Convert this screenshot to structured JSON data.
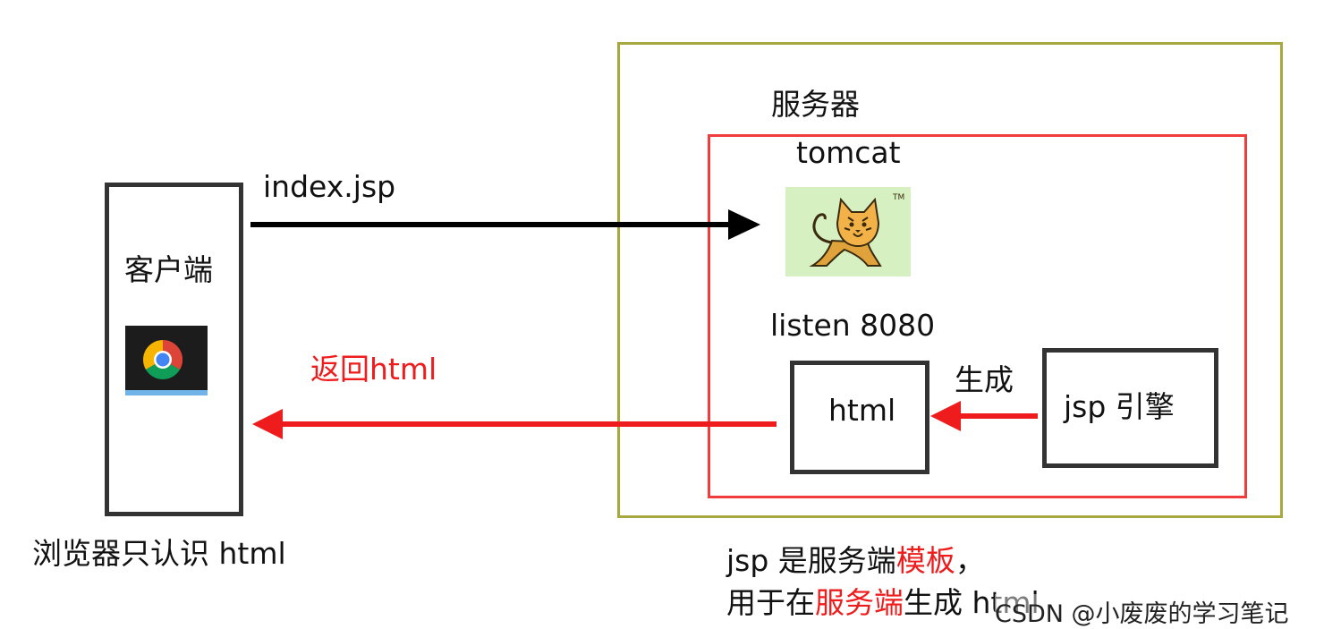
{
  "server": {
    "label": "服务器"
  },
  "tomcat": {
    "label": "tomcat",
    "listen": "listen 8080"
  },
  "client": {
    "label": "客户端",
    "caption": "浏览器只认识 html"
  },
  "request": {
    "label": "index.jsp"
  },
  "response": {
    "label": "返回html"
  },
  "html_box": {
    "label": "html"
  },
  "jsp_box": {
    "label": "jsp 引擎"
  },
  "generate": {
    "label": "生成"
  },
  "note": {
    "line1_a": "jsp 是服务端",
    "line1_b": "模板",
    "line1_c": "，",
    "line2_a": "用于在",
    "line2_b": "服务端",
    "line2_c": "生成 html"
  },
  "watermark": "CSDN @小废废的学习笔记",
  "colors": {
    "server_border": "#a8a841",
    "tomcat_border": "#f03c3c",
    "box_border": "#333333",
    "request_arrow": "#000000",
    "response_arrow": "#ee1c1c",
    "highlight_text": "#ee1c1c"
  },
  "icons": [
    "chrome-icon",
    "tomcat-logo-icon"
  ]
}
